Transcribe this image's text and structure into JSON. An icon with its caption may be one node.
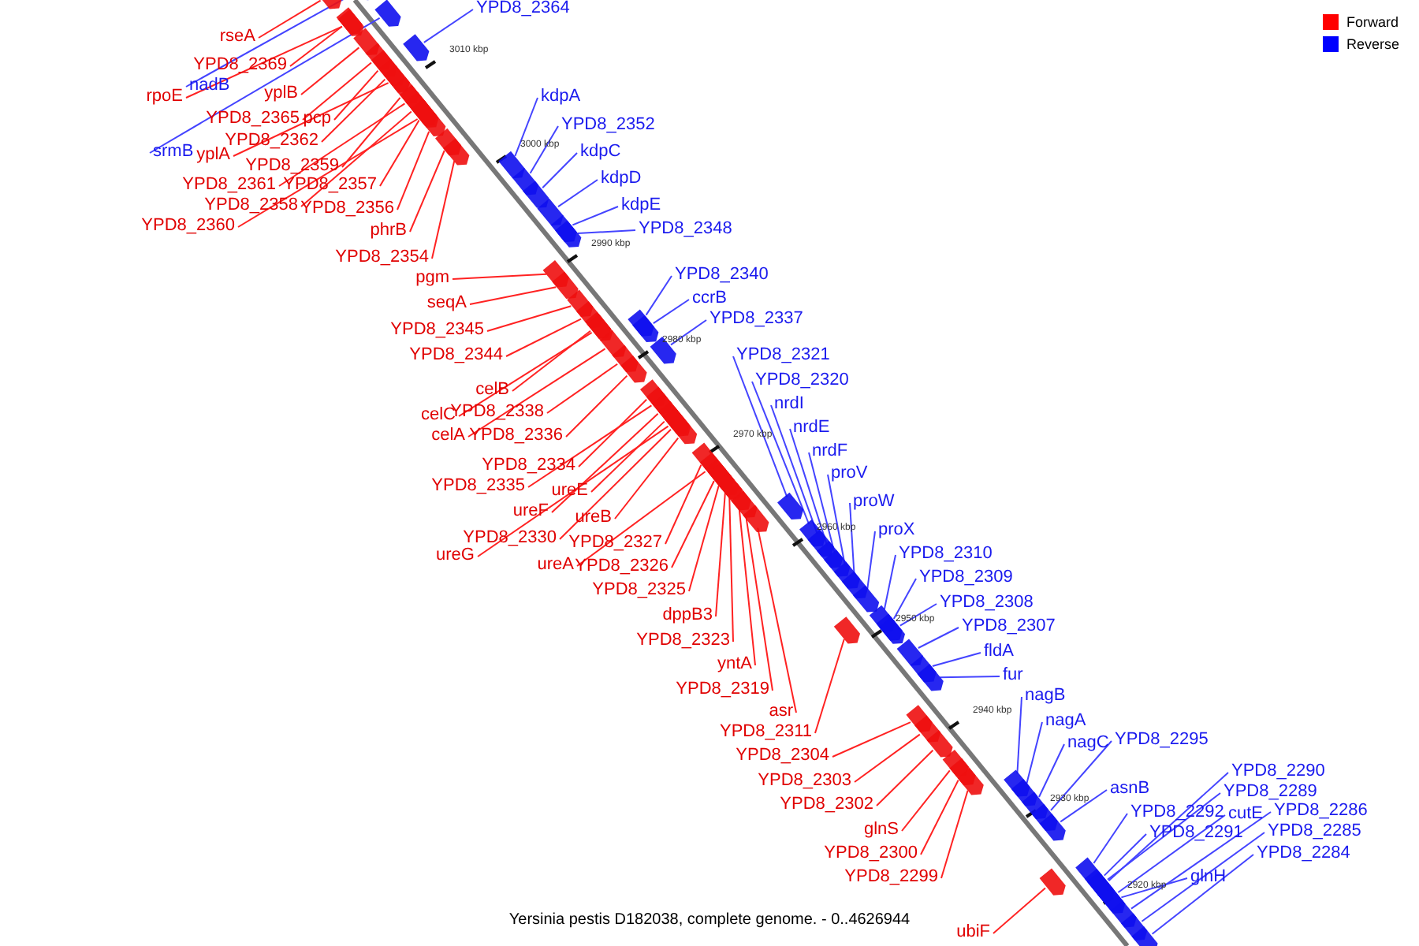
{
  "diagram": {
    "caption": "Yersinia pestis D182038, complete genome. - 0..4626944",
    "nodes": [
      {
        "text": [
          "rseA"
        ]
      },
      {
        "text": [
          "YPD8_2369"
        ]
      },
      {
        "text": [
          "rpoE"
        ]
      },
      {
        "text": [
          "yplB"
        ]
      },
      {
        "text": [
          "YPD8_2365"
        ]
      },
      {
        "text": [
          "pcp"
        ]
      },
      {
        "text": [
          "YPD8_2362"
        ]
      },
      {
        "text": [
          "yplA"
        ]
      },
      {
        "text": [
          "YPD8_2359"
        ]
      },
      {
        "text": [
          "YPD8_2361"
        ]
      },
      {
        "text": [
          "YPD8_2357"
        ]
      },
      {
        "text": [
          "YPD8_2358"
        ]
      },
      {
        "text": [
          "YPD8_2356"
        ]
      },
      {
        "text": [
          "YPD8_2360"
        ]
      },
      {
        "text": [
          "phrB"
        ]
      },
      {
        "text": [
          "YPD8_2354"
        ]
      },
      {
        "text": [
          "pgm"
        ]
      },
      {
        "text": [
          "seqA"
        ]
      },
      {
        "text": [
          "YPD8_2345"
        ]
      },
      {
        "text": [
          "YPD8_2344"
        ]
      },
      {
        "text": [
          "celB"
        ]
      },
      {
        "text": [
          "celC"
        ]
      },
      {
        "text": [
          "YPD8_2338"
        ]
      },
      {
        "text": [
          "celA"
        ]
      },
      {
        "text": [
          "YPD8_2336"
        ]
      },
      {
        "text": [
          "YPD8_2334"
        ]
      },
      {
        "text": [
          "YPD8_2335"
        ]
      },
      {
        "text": [
          "ureE"
        ]
      },
      {
        "text": [
          "ureF"
        ]
      },
      {
        "text": [
          "ureB"
        ]
      },
      {
        "text": [
          "YPD8_2330"
        ]
      },
      {
        "text": [
          "ureG"
        ]
      },
      {
        "text": [
          "YPD8_2327"
        ]
      },
      {
        "text": [
          "ureA"
        ]
      },
      {
        "text": [
          "YPD8_2326"
        ]
      },
      {
        "text": [
          "YPD8_2325"
        ]
      },
      {
        "text": [
          "dppB3"
        ]
      },
      {
        "text": [
          "YPD8_2323"
        ]
      },
      {
        "text": [
          "yntA"
        ]
      },
      {
        "text": [
          "YPD8_2319"
        ]
      },
      {
        "text": [
          "asr"
        ]
      },
      {
        "text": [
          "YPD8_2311"
        ]
      },
      {
        "text": [
          "YPD8_2304"
        ]
      },
      {
        "text": [
          "YPD8_2303"
        ]
      },
      {
        "text": [
          "YPD8_2302"
        ]
      },
      {
        "text": [
          "glnS"
        ]
      },
      {
        "text": [
          "YPD8_2300"
        ]
      },
      {
        "text": [
          "YPD8_2299"
        ]
      },
      {
        "text": [
          "ubiF"
        ]
      },
      {
        "text": [
          "YPD8_2364"
        ]
      },
      {
        "text": [
          "nadB"
        ]
      },
      {
        "text": [
          "srmB"
        ]
      },
      {
        "text": [
          "kdpA"
        ]
      },
      {
        "text": [
          "YPD8_2352"
        ]
      },
      {
        "text": [
          "kdpC"
        ]
      },
      {
        "text": [
          "kdpD"
        ]
      },
      {
        "text": [
          "kdpE"
        ]
      },
      {
        "text": [
          "YPD8_2348"
        ]
      },
      {
        "text": [
          "YPD8_2340"
        ]
      },
      {
        "text": [
          "ccrB"
        ]
      },
      {
        "text": [
          "YPD8_2337"
        ]
      },
      {
        "text": [
          "YPD8_2321"
        ]
      },
      {
        "text": [
          "YPD8_2320"
        ]
      },
      {
        "text": [
          "nrdI"
        ]
      },
      {
        "text": [
          "nrdE"
        ]
      },
      {
        "text": [
          "nrdF"
        ]
      },
      {
        "text": [
          "proV"
        ]
      },
      {
        "text": [
          "proW"
        ]
      },
      {
        "text": [
          "proX"
        ]
      },
      {
        "text": [
          "YPD8_2310"
        ]
      },
      {
        "text": [
          "YPD8_2309"
        ]
      },
      {
        "text": [
          "YPD8_2308"
        ]
      },
      {
        "text": [
          "YPD8_2307"
        ]
      },
      {
        "text": [
          "fldA"
        ]
      },
      {
        "text": [
          "fur"
        ]
      },
      {
        "text": [
          "nagB"
        ]
      },
      {
        "text": [
          "nagA"
        ]
      },
      {
        "text": [
          "nagC"
        ]
      },
      {
        "text": [
          "YPD8_2295"
        ]
      },
      {
        "text": [
          "asnB"
        ]
      },
      {
        "text": [
          "YPD8_2292"
        ]
      },
      {
        "text": [
          "YPD8_2291"
        ]
      },
      {
        "text": [
          "cutE"
        ]
      },
      {
        "text": [
          "YPD8_2290"
        ]
      },
      {
        "text": [
          "YPD8_2289"
        ]
      },
      {
        "text": [
          "YPD8_2286"
        ]
      },
      {
        "text": [
          "YPD8_2285"
        ]
      },
      {
        "text": [
          "YPD8_2284"
        ]
      },
      {
        "text": [
          "glnH"
        ]
      },
      {
        "text": [],
        "shape": "arrow"
      },
      {
        "text": [],
        "shape": "arrow"
      },
      {
        "text": [],
        "shape": "arrow"
      },
      {
        "text": [],
        "shape": "arrow"
      },
      {
        "text": [],
        "shape": "arrow"
      },
      {
        "text": [],
        "shape": "arrow"
      },
      {
        "text": [],
        "shape": "arrow"
      },
      {
        "text": [],
        "shape": "arrow"
      },
      {
        "text": [],
        "shape": "arrow"
      },
      {
        "text": [],
        "shape": "arrow"
      },
      {
        "text": [],
        "shape": "arrow"
      },
      {
        "text": [],
        "shape": "arrow"
      },
      {
        "text": [],
        "shape": "arrow"
      },
      {
        "text": [],
        "shape": "arrow"
      },
      {
        "text": [],
        "shape": "arrow"
      },
      {
        "text": [],
        "shape": "arrow"
      },
      {
        "text": [],
        "shape": "arrow"
      },
      {
        "text": [],
        "shape": "arrow"
      },
      {
        "text": [],
        "shape": "arrow"
      },
      {
        "text": [],
        "shape": "arrow"
      },
      {
        "text": [],
        "shape": "arrow"
      },
      {
        "text": [],
        "shape": "arrow"
      },
      {
        "text": [],
        "shape": "arrow"
      },
      {
        "text": [],
        "shape": "arrow"
      },
      {
        "text": [],
        "shape": "arrow"
      },
      {
        "text": [],
        "shape": "arrow"
      },
      {
        "text": [],
        "shape": "arrow"
      },
      {
        "text": [],
        "shape": "arrow"
      },
      {
        "text": [],
        "shape": "arrow"
      },
      {
        "text": [],
        "shape": "arrow"
      },
      {
        "text": [],
        "shape": "arrow"
      },
      {
        "text": [],
        "shape": "arrow"
      },
      {
        "text": [],
        "shape": "arrow"
      },
      {
        "text": [],
        "shape": "arrow"
      },
      {
        "text": [],
        "shape": "arrow"
      },
      {
        "text": [],
        "shape": "arrow"
      },
      {
        "text": [],
        "shape": "arrow"
      },
      {
        "text": [],
        "shape": "arrow"
      },
      {
        "text": [],
        "shape": "arrow"
      },
      {
        "text": [],
        "shape": "arrow"
      },
      {
        "text": [],
        "shape": "arrow"
      },
      {
        "text": [],
        "shape": "arrow"
      },
      {
        "text": [],
        "shape": "arrow"
      },
      {
        "text": [],
        "shape": "arrow"
      },
      {
        "text": [],
        "shape": "arrow"
      },
      {
        "text": [],
        "shape": "arrow"
      },
      {
        "text": [],
        "shape": "arrow"
      },
      {
        "text": [],
        "shape": "arrow"
      },
      {
        "text": [],
        "shape": "arrow"
      },
      {
        "text": [],
        "shape": "arrow"
      },
      {
        "text": [],
        "shape": "arrow"
      },
      {
        "text": [],
        "shape": "arrow"
      },
      {
        "text": [],
        "shape": "arrow"
      },
      {
        "text": [],
        "shape": "arrow"
      },
      {
        "text": [],
        "shape": "arrow"
      },
      {
        "text": [],
        "shape": "arrow"
      },
      {
        "text": [],
        "shape": "arrow"
      },
      {
        "text": [],
        "shape": "arrow"
      },
      {
        "text": [],
        "shape": "arrow"
      },
      {
        "text": [],
        "shape": "arrow"
      },
      {
        "text": [],
        "shape": "arrow"
      },
      {
        "text": [],
        "shape": "arrow"
      },
      {
        "text": [],
        "shape": "arrow"
      },
      {
        "text": [],
        "shape": "arrow"
      },
      {
        "text": [],
        "shape": "arrow"
      },
      {
        "text": [],
        "shape": "arrow"
      },
      {
        "text": [],
        "shape": "arrow"
      },
      {
        "text": [],
        "shape": "arrow"
      },
      {
        "text": [],
        "shape": "arrow"
      },
      {
        "text": [],
        "shape": "arrow"
      },
      {
        "text": [],
        "shape": "arrow"
      },
      {
        "text": [],
        "shape": "arrow"
      },
      {
        "text": [],
        "shape": "arrow"
      },
      {
        "text": [],
        "shape": "arrow"
      },
      {
        "text": [],
        "shape": "arrow"
      },
      {
        "text": [],
        "shape": "arrow"
      },
      {
        "text": [],
        "shape": "arrow"
      },
      {
        "text": [],
        "shape": "arrow"
      },
      {
        "text": [],
        "shape": "arrow"
      },
      {
        "text": [],
        "shape": "arrow"
      },
      {
        "text": [],
        "shape": "arrow"
      },
      {
        "text": [],
        "shape": "arrow"
      },
      {
        "text": [],
        "shape": "arrow"
      },
      {
        "text": [],
        "shape": "arrow"
      },
      {
        "text": [],
        "shape": "arrow"
      },
      {
        "text": [],
        "shape": "arrow"
      },
      {
        "text": [],
        "shape": "arrow"
      },
      {
        "text": [],
        "shape": "arrow"
      },
      {
        "text": [],
        "shape": "arrow"
      }
    ],
    "edges": [
      {
        "from": 0,
        "to": 89,
        "arrow": "none"
      },
      {
        "from": 1,
        "to": 90,
        "arrow": "none"
      },
      {
        "from": 2,
        "to": 91,
        "arrow": "none"
      },
      {
        "from": 3,
        "to": 92,
        "arrow": "none"
      },
      {
        "from": 4,
        "to": 93,
        "arrow": "none"
      },
      {
        "from": 5,
        "to": 94,
        "arrow": "none"
      },
      {
        "from": 6,
        "to": 95,
        "arrow": "none"
      },
      {
        "from": 7,
        "to": 96,
        "arrow": "none"
      },
      {
        "from": 8,
        "to": 97,
        "arrow": "none"
      },
      {
        "from": 9,
        "to": 98,
        "arrow": "none"
      },
      {
        "from": 10,
        "to": 99,
        "arrow": "none"
      },
      {
        "from": 11,
        "to": 100,
        "arrow": "none"
      },
      {
        "from": 12,
        "to": 101,
        "arrow": "none"
      },
      {
        "from": 13,
        "to": 102,
        "arrow": "none"
      },
      {
        "from": 14,
        "to": 103,
        "arrow": "none"
      },
      {
        "from": 15,
        "to": 104,
        "arrow": "none"
      },
      {
        "from": 16,
        "to": 105,
        "arrow": "none"
      },
      {
        "from": 17,
        "to": 106,
        "arrow": "none"
      },
      {
        "from": 18,
        "to": 107,
        "arrow": "none"
      },
      {
        "from": 19,
        "to": 108,
        "arrow": "none"
      },
      {
        "from": 20,
        "to": 109,
        "arrow": "none"
      },
      {
        "from": 21,
        "to": 110,
        "arrow": "none"
      },
      {
        "from": 22,
        "to": 111,
        "arrow": "none"
      },
      {
        "from": 23,
        "to": 112,
        "arrow": "none"
      },
      {
        "from": 24,
        "to": 113,
        "arrow": "none"
      },
      {
        "from": 25,
        "to": 114,
        "arrow": "none"
      },
      {
        "from": 26,
        "to": 115,
        "arrow": "none"
      },
      {
        "from": 27,
        "to": 116,
        "arrow": "none"
      },
      {
        "from": 28,
        "to": 117,
        "arrow": "none"
      },
      {
        "from": 29,
        "to": 118,
        "arrow": "none"
      },
      {
        "from": 30,
        "to": 119,
        "arrow": "none"
      },
      {
        "from": 31,
        "to": 120,
        "arrow": "none"
      },
      {
        "from": 32,
        "to": 121,
        "arrow": "none"
      },
      {
        "from": 33,
        "to": 122,
        "arrow": "none"
      },
      {
        "from": 34,
        "to": 123,
        "arrow": "none"
      },
      {
        "from": 35,
        "to": 124,
        "arrow": "none"
      },
      {
        "from": 36,
        "to": 125,
        "arrow": "none"
      },
      {
        "from": 37,
        "to": 126,
        "arrow": "none"
      },
      {
        "from": 38,
        "to": 127,
        "arrow": "none"
      },
      {
        "from": 39,
        "to": 128,
        "arrow": "none"
      },
      {
        "from": 40,
        "to": 129,
        "arrow": "none"
      },
      {
        "from": 41,
        "to": 130,
        "arrow": "none"
      },
      {
        "from": 42,
        "to": 131,
        "arrow": "none"
      },
      {
        "from": 43,
        "to": 132,
        "arrow": "none"
      },
      {
        "from": 44,
        "to": 133,
        "arrow": "none"
      },
      {
        "from": 45,
        "to": 134,
        "arrow": "none"
      },
      {
        "from": 46,
        "to": 135,
        "arrow": "none"
      },
      {
        "from": 47,
        "to": 136,
        "arrow": "none"
      },
      {
        "from": 48,
        "to": 137,
        "arrow": "none"
      },
      {
        "from": 49,
        "to": 138,
        "arrow": "none",
        "color": "#4444ff"
      },
      {
        "from": 50,
        "to": 139,
        "arrow": "none",
        "color": "#4444ff"
      },
      {
        "from": 51,
        "to": 140,
        "arrow": "none",
        "color": "#4444ff"
      },
      {
        "from": 52,
        "to": 141,
        "arrow": "none",
        "color": "#4444ff"
      },
      {
        "from": 53,
        "to": 142,
        "arrow": "none",
        "color": "#4444ff"
      },
      {
        "from": 54,
        "to": 143,
        "arrow": "none",
        "color": "#4444ff"
      },
      {
        "from": 55,
        "to": 144,
        "arrow": "none",
        "color": "#4444ff"
      },
      {
        "from": 56,
        "to": 145,
        "arrow": "none",
        "color": "#4444ff"
      },
      {
        "from": 57,
        "to": 146,
        "arrow": "none",
        "color": "#4444ff"
      },
      {
        "from": 58,
        "to": 147,
        "arrow": "none",
        "color": "#4444ff"
      },
      {
        "from": 59,
        "to": 148,
        "arrow": "none",
        "color": "#4444ff"
      },
      {
        "from": 60,
        "to": 149,
        "arrow": "none",
        "color": "#4444ff"
      },
      {
        "from": 61,
        "to": 150,
        "arrow": "none",
        "color": "#4444ff"
      },
      {
        "from": 62,
        "to": 151,
        "arrow": "none",
        "color": "#4444ff"
      },
      {
        "from": 63,
        "to": 152,
        "arrow": "none",
        "color": "#4444ff"
      },
      {
        "from": 64,
        "to": 153,
        "arrow": "none",
        "color": "#4444ff"
      },
      {
        "from": 65,
        "to": 154,
        "arrow": "none",
        "color": "#4444ff"
      },
      {
        "from": 66,
        "to": 155,
        "arrow": "none",
        "color": "#4444ff"
      },
      {
        "from": 67,
        "to": 156,
        "arrow": "none",
        "color": "#4444ff"
      },
      {
        "from": 68,
        "to": 157,
        "arrow": "none",
        "color": "#4444ff"
      },
      {
        "from": 69,
        "to": 158,
        "arrow": "none",
        "color": "#4444ff"
      },
      {
        "from": 70,
        "to": 159,
        "arrow": "none",
        "color": "#4444ff"
      },
      {
        "from": 71,
        "to": 160,
        "arrow": "none",
        "color": "#4444ff"
      },
      {
        "from": 72,
        "to": 161,
        "arrow": "none",
        "color": "#4444ff"
      },
      {
        "from": 73,
        "to": 162,
        "arrow": "none",
        "color": "#4444ff"
      },
      {
        "from": 74,
        "to": 163,
        "arrow": "none",
        "color": "#4444ff"
      },
      {
        "from": 75,
        "to": 164,
        "arrow": "none",
        "color": "#4444ff"
      },
      {
        "from": 76,
        "to": 165,
        "arrow": "none",
        "color": "#4444ff"
      },
      {
        "from": 77,
        "to": 166,
        "arrow": "none",
        "color": "#4444ff"
      },
      {
        "from": 78,
        "to": 167,
        "arrow": "none",
        "color": "#4444ff"
      },
      {
        "from": 79,
        "to": 168,
        "arrow": "none",
        "color": "#4444ff"
      },
      {
        "from": 80,
        "to": 169,
        "arrow": "none",
        "color": "#4444ff"
      },
      {
        "from": 81,
        "to": 170,
        "arrow": "none",
        "color": "#4444ff"
      },
      {
        "from": 82,
        "to": 171,
        "arrow": "none",
        "color": "#4444ff"
      },
      {
        "from": 83,
        "to": 172,
        "arrow": "none",
        "color": "#4444ff"
      },
      {
        "from": 84,
        "to": 173,
        "arrow": "none",
        "color": "#4444ff"
      },
      {
        "from": 85,
        "to": 174,
        "arrow": "none",
        "color": "#4444ff"
      },
      {
        "from": 86,
        "to": 175,
        "arrow": "none",
        "color": "#4444ff"
      },
      {
        "from": 87,
        "to": 176,
        "arrow": "none",
        "color": "#4444ff"
      },
      {
        "from": 88,
        "to": 177,
        "arrow": "none",
        "color": "#4444ff"
      }
    ],
    "labels": [
      "3010 kbp",
      "3000 kbp",
      "2990 kbp",
      "2980 kbp",
      "2970 kbp",
      "2960 kbp",
      "2950 kbp",
      "2940 kbp",
      "2930 kbp",
      "2920 kbp"
    ],
    "legend": [
      {
        "text": "Forward",
        "color": "#ff0000"
      },
      {
        "text": "Reverse",
        "color": "#0000ff"
      }
    ]
  }
}
